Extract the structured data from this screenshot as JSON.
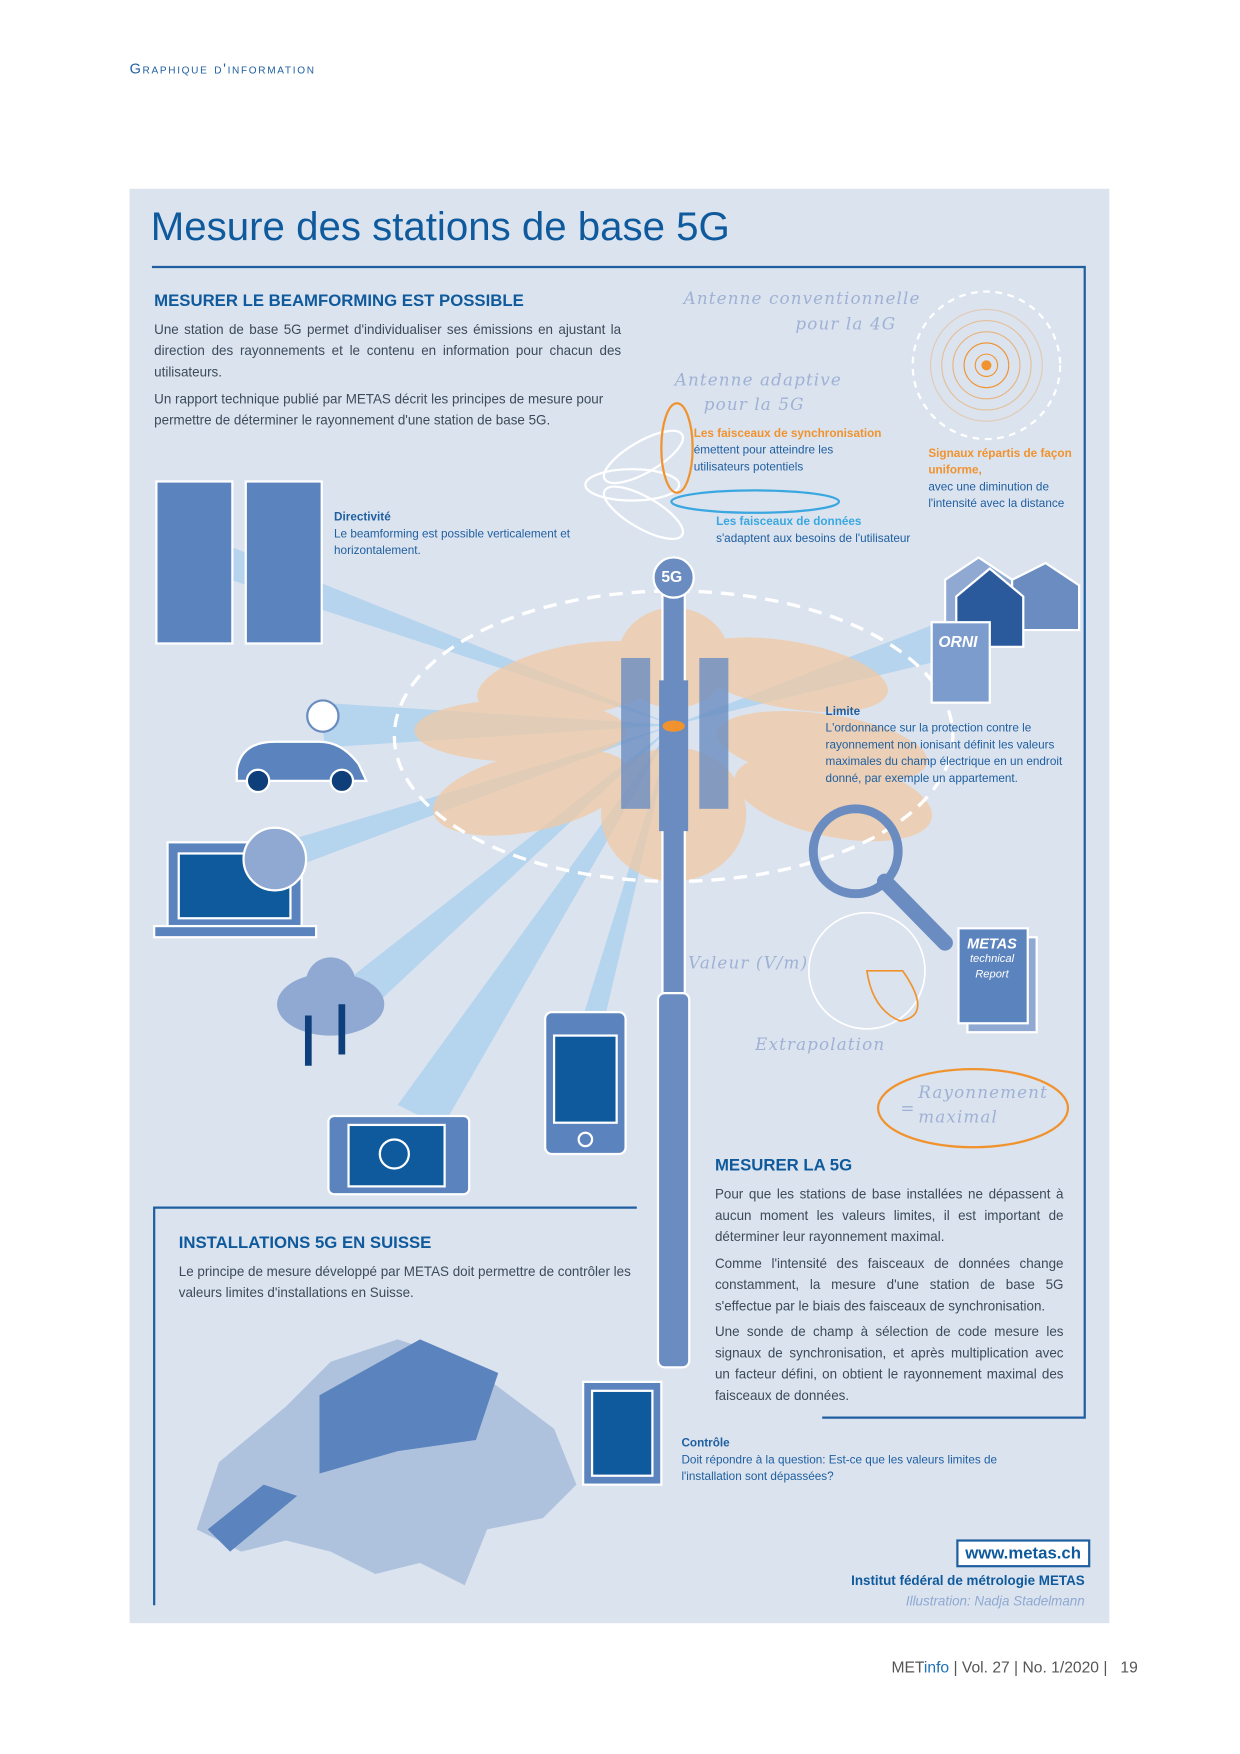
{
  "kicker": "Graphique d'information",
  "title": "Mesure des stations de base 5G",
  "beamforming": {
    "heading": "MESURER LE BEAMFORMING EST POSSIBLE",
    "p1": "Une station de base 5G permet d'individualiser ses émissions en ajustant la direction des rayonnements et le contenu en information pour chacun des utilisateurs.",
    "p2": "Un rapport technique publié par METAS décrit les principes de mesure pour permettre de déterminer le rayonnement d'une station de base 5G."
  },
  "antenna_4g": {
    "label1": "Antenne conventionnelle",
    "label2": "pour la 4G",
    "note_orange": "Signaux répartis de façon uniforme,",
    "note": "avec une diminution de l'intensité avec la distance"
  },
  "antenna_5g": {
    "label1": "Antenne adaptive",
    "label2": "pour la 5G",
    "sync_orange": "Les faisceaux de synchronisation",
    "sync": "émettent pour atteindre les utilisateurs potentiels",
    "data_blue": "Les faisceaux de données",
    "data": "s'adaptent aux besoins de l'utilisateur"
  },
  "directivite": {
    "title": "Directivité",
    "text": "Le beamforming est possible verticalement et horizontalement."
  },
  "tower_label": "5G",
  "orni_label": "ORNI",
  "limite": {
    "title": "Limite",
    "text": "L'ordonnance sur la protection contre le rayonnement non ionisant définit les valeurs maximales du champ électrique en un endroit donné, par exemple un appartement."
  },
  "report": {
    "title": "METAS",
    "line1": "technical",
    "line2": "Report"
  },
  "measure_flow": {
    "valeur": "Valeur (V/m)",
    "extrapolation": "Extrapolation",
    "equals": "=",
    "result1": "Rayonnement",
    "result2": "maximal"
  },
  "mesurer_5g": {
    "heading": "MESURER LA 5G",
    "p1": "Pour que les stations de base installées ne dépassent à aucun moment les valeurs limites, il est important de déterminer leur rayonnement maximal.",
    "p2": "Comme l'intensité des faisceaux de données change constamment, la mesure d'une station de base 5G s'effectue par le biais des faisceaux de synchronisation.",
    "p3": "Une sonde de champ à sélection de code mesure les signaux de synchronisation, et après multiplication avec un facteur défini, on obtient le rayonnement maximal des faisceaux de données."
  },
  "installations": {
    "heading": "INSTALLATIONS 5G EN SUISSE",
    "text": "Le principe de mesure développé par METAS doit permettre de contrôler les valeurs limites d'installations en Suisse."
  },
  "controle": {
    "title": "Contrôle",
    "text": "Doit répondre à la question: Est-ce que les valeurs limites de l'installation sont dépassées?"
  },
  "credits": {
    "url": "www.metas.ch",
    "institute": "Institut fédéral de métrologie METAS",
    "illustration": "Illustration: Nadja Stadelmann"
  },
  "footer": {
    "brand_a": "MET",
    "brand_b": "info",
    "issue": " | Vol. 27 | No. 1/2020 |",
    "page": "19"
  },
  "colors": {
    "accent": "#0f5a9c",
    "panel": "#dbe3ef",
    "orange": "#f0932f",
    "light_blue": "#a9cfee",
    "mid_blue": "#6a8cc0"
  }
}
